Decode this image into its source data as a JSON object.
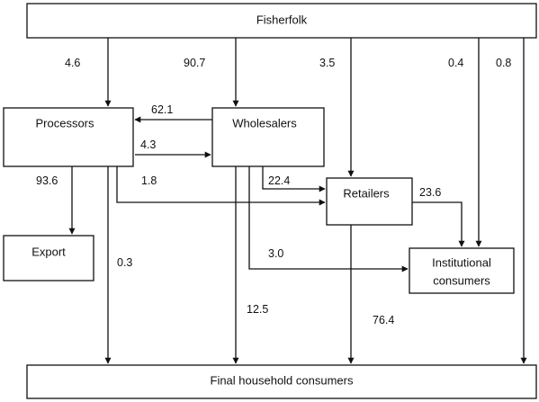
{
  "nodes": {
    "fisherfolk": "Fisherfolk",
    "processors": "Processors",
    "wholesalers": "Wholesalers",
    "retailers": "Retailers",
    "export": "Export",
    "institutional_line1": "Institutional",
    "institutional_line2": "consumers",
    "final": "Final household consumers"
  },
  "flows": {
    "fisherfolk_processors": "4.6",
    "fisherfolk_wholesalers": "90.7",
    "fisherfolk_retailers": "3.5",
    "fisherfolk_institutional": "0.4",
    "fisherfolk_final": "0.8",
    "wholesalers_processors": "62.1",
    "processors_wholesalers": "4.3",
    "processors_export": "93.6",
    "processors_retailers": "1.8",
    "processors_final": "0.3",
    "wholesalers_retailers": "22.4",
    "wholesalers_institutional": "3.0",
    "wholesalers_final": "12.5",
    "retailers_institutional": "23.6",
    "retailers_final": "76.4"
  }
}
